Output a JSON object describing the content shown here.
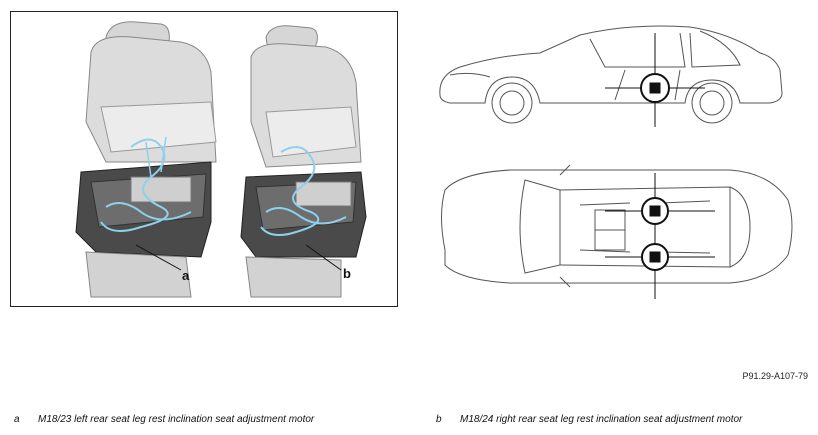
{
  "callouts": {
    "a": "a",
    "b": "b"
  },
  "reference_code": "P91.29-A107-79",
  "legend": [
    {
      "key": "a",
      "text": "M18/23 left rear seat leg rest inclination seat adjustment motor"
    },
    {
      "key": "b",
      "text": "M18/24 right rear seat leg rest inclination seat adjustment motor"
    }
  ],
  "colors": {
    "cable": "#8fd0ea",
    "seat_fill": "#d9d9d9",
    "seat_dark": "#3a3a3a",
    "line": "#222222"
  }
}
